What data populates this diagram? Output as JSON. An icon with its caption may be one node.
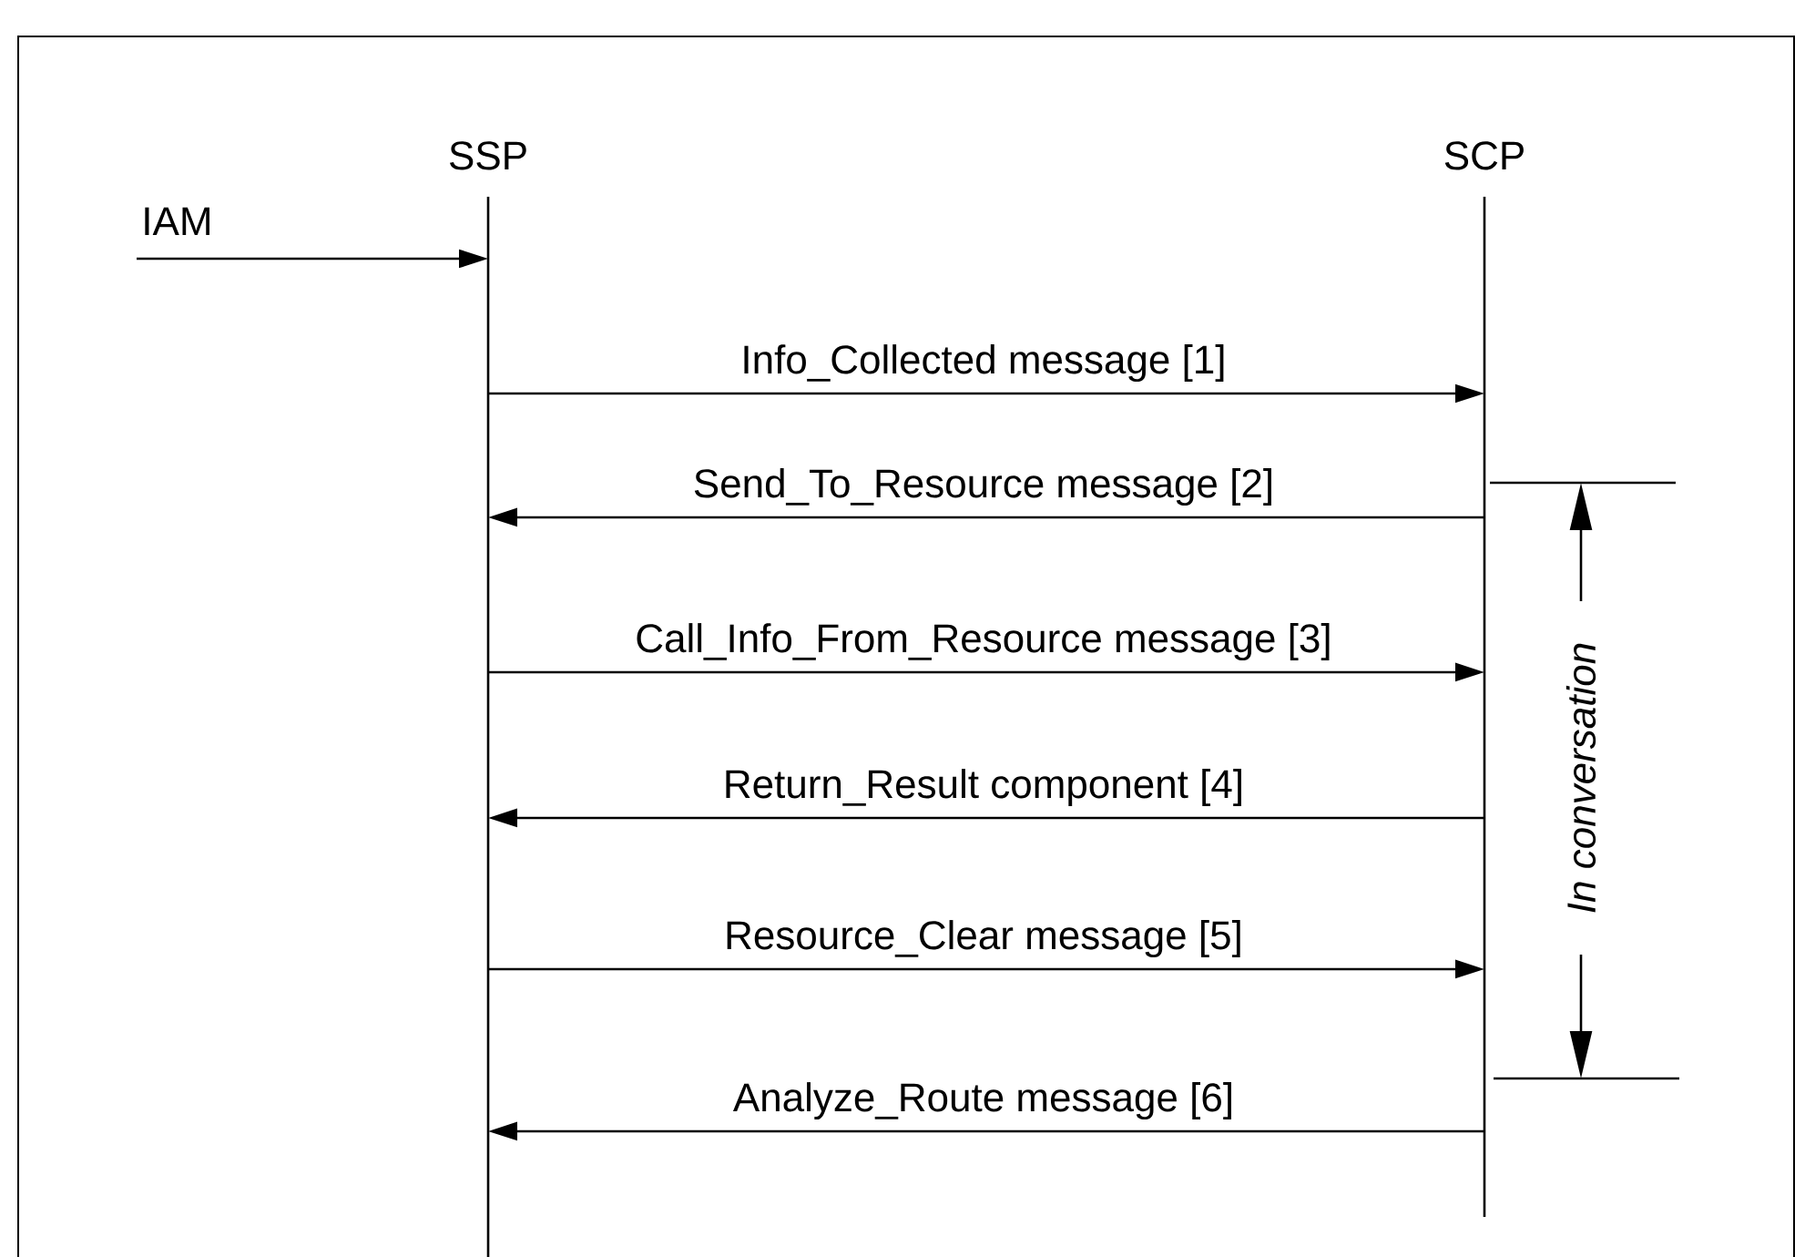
{
  "diagram": {
    "nodes": [
      {
        "text": [
          "SSP"
        ]
      },
      {
        "text": [
          "SCP"
        ]
      }
    ],
    "edges": [
      {
        "from": null,
        "to": 0,
        "arrow": "to",
        "label": "IAM"
      },
      {
        "from": 0,
        "to": 1,
        "arrow": "to",
        "label": "Info_Collected message [1]"
      },
      {
        "from": 1,
        "to": 0,
        "arrow": "to",
        "label": "Send_To_Resource message [2]"
      },
      {
        "from": 0,
        "to": 1,
        "arrow": "to",
        "label": "Call_Info_From_Resource message [3]"
      },
      {
        "from": 1,
        "to": 0,
        "arrow": "to",
        "label": "Return_Result component [4]"
      },
      {
        "from": 0,
        "to": 1,
        "arrow": "to",
        "label": "Resource_Clear message [5]"
      },
      {
        "from": 1,
        "to": 0,
        "arrow": "to",
        "label": "Analyze_Route message [6]"
      }
    ],
    "labels": [
      "In conversation"
    ]
  }
}
